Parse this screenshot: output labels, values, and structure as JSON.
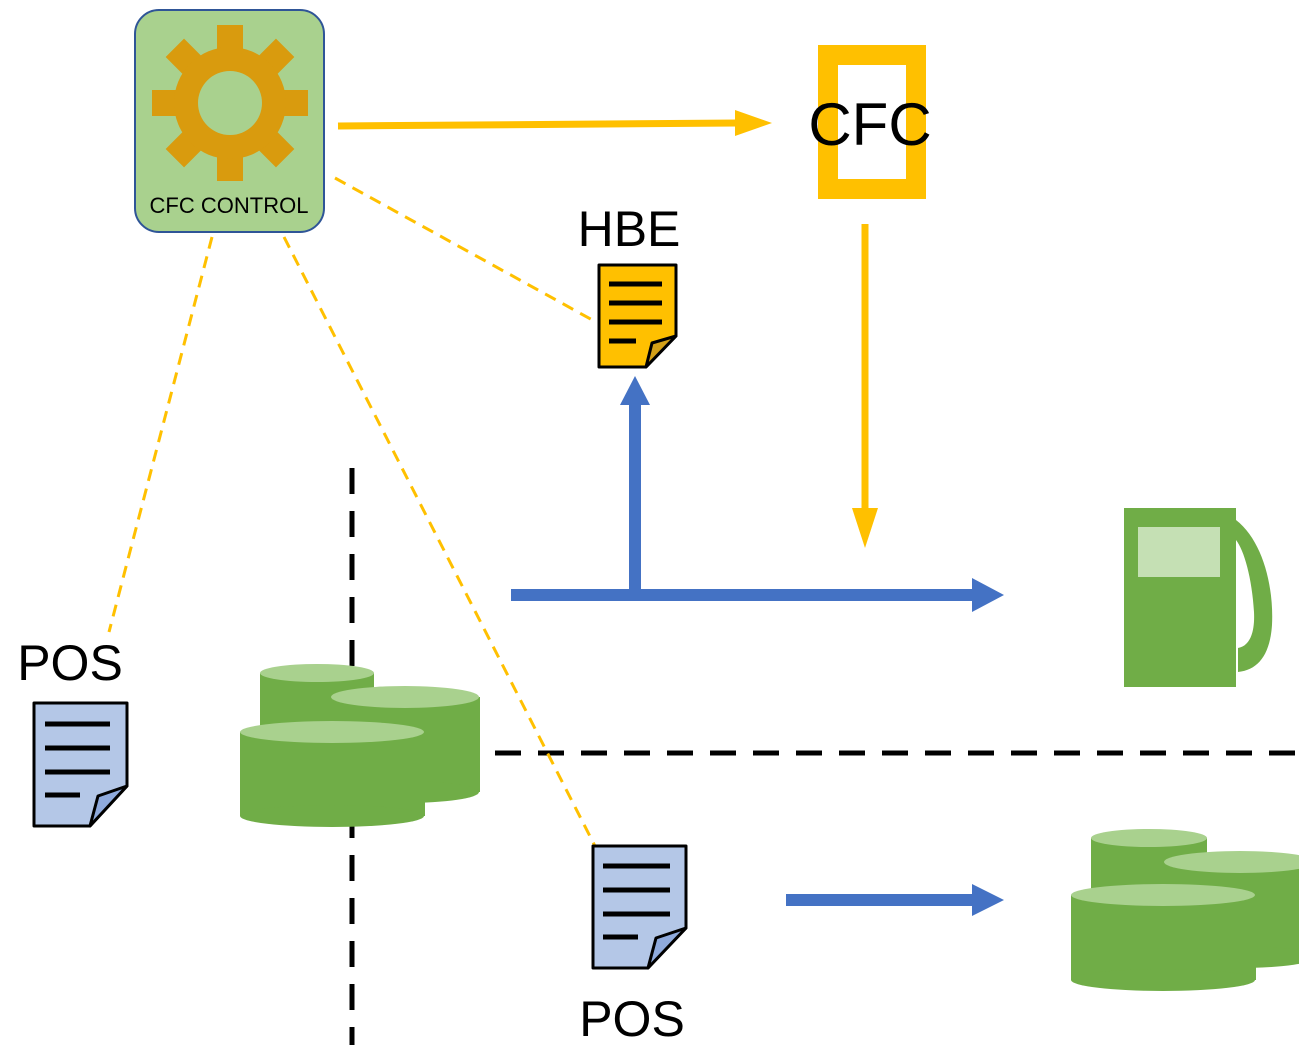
{
  "colors": {
    "gold": "#FFC000",
    "gold_dark": "#D4A017",
    "gear": "#D99B0E",
    "blue": "#4472C4",
    "green": "#70AD47",
    "green_light": "#A9D18E",
    "control_box": "#A9D18E",
    "control_border": "#2F5597",
    "doc_blue": "#B4C7E7",
    "divider": "#000000"
  },
  "nodes": {
    "cfc_control": {
      "label": "CFC CONTROL",
      "icon": "gear-icon"
    },
    "cfc": {
      "label": "CFC",
      "icon": "cfc-frame-icon"
    },
    "hbe": {
      "label": "HBE",
      "icon": "document-icon"
    },
    "pos_left": {
      "label": "POS",
      "icon": "document-icon"
    },
    "pos_bottom": {
      "label": "POS",
      "icon": "document-icon"
    },
    "storage_left": {
      "icon": "storage-tanks-icon"
    },
    "storage_right": {
      "icon": "storage-tanks-icon"
    },
    "fuel_pump": {
      "icon": "fuel-pump-icon"
    }
  },
  "edges": [
    {
      "from": "cfc_control",
      "to": "cfc",
      "style": "solid",
      "color": "gold"
    },
    {
      "from": "cfc",
      "to": "blue_flow",
      "style": "solid",
      "color": "gold"
    },
    {
      "from": "blue_flow",
      "to": "hbe",
      "style": "solid",
      "color": "blue"
    },
    {
      "from": "blue_flow",
      "to": "fuel_pump",
      "style": "solid",
      "color": "blue"
    },
    {
      "from": "pos_bottom",
      "to": "storage_right",
      "style": "solid",
      "color": "blue"
    },
    {
      "from": "cfc_control",
      "to": "hbe",
      "style": "dashed",
      "color": "gold"
    },
    {
      "from": "cfc_control",
      "to": "pos_left",
      "style": "dashed",
      "color": "gold"
    },
    {
      "from": "cfc_control",
      "to": "pos_bottom",
      "style": "dashed",
      "color": "gold"
    }
  ]
}
